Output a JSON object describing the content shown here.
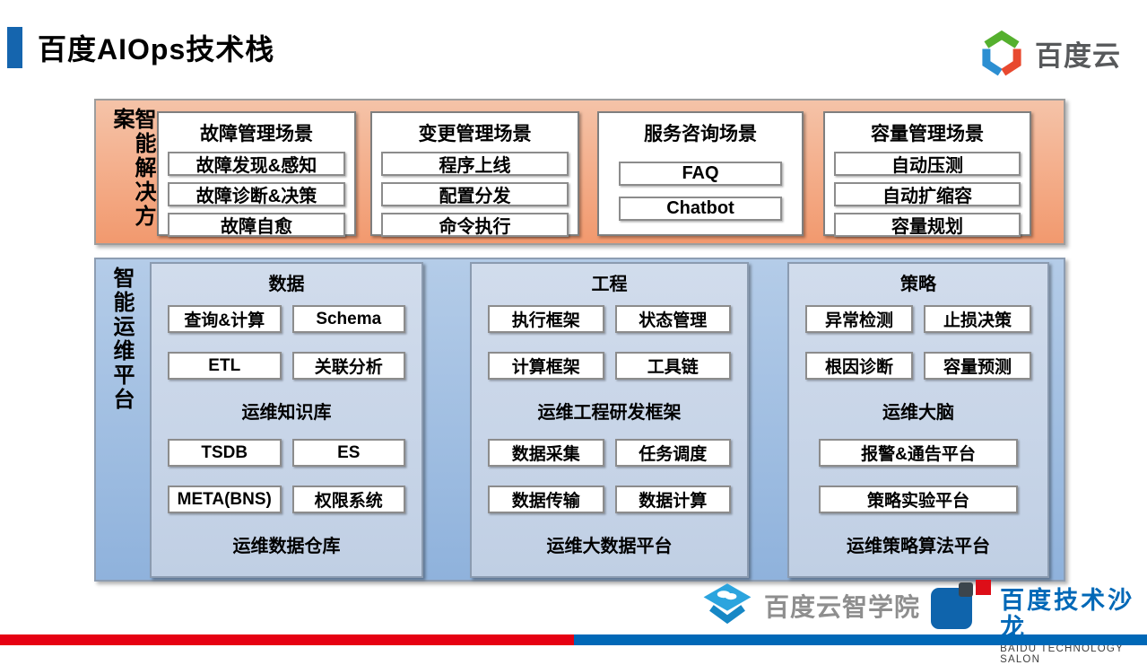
{
  "title": "百度AIOps技术栈",
  "header_logo": {
    "text": "百度云"
  },
  "solutions": {
    "label": "智能解决方案",
    "groups": [
      {
        "title": "故障管理场景",
        "items": [
          "故障发现&感知",
          "故障诊断&决策",
          "故障自愈"
        ]
      },
      {
        "title": "变更管理场景",
        "items": [
          "程序上线",
          "配置分发",
          "命令执行"
        ]
      },
      {
        "title": "服务咨询场景",
        "items": [
          "FAQ",
          "Chatbot"
        ]
      },
      {
        "title": "容量管理场景",
        "items": [
          "自动压测",
          "自动扩缩容",
          "容量规划"
        ]
      }
    ]
  },
  "platform": {
    "label": "智能运维平台",
    "columns": [
      {
        "title": "数据",
        "sections": [
          {
            "rows": [
              [
                "查询&计算",
                "Schema"
              ],
              [
                "ETL",
                "关联分析"
              ]
            ],
            "caption": "运维知识库"
          },
          {
            "rows": [
              [
                "TSDB",
                "ES"
              ],
              [
                "META(BNS)",
                "权限系统"
              ]
            ],
            "caption": "运维数据仓库"
          }
        ]
      },
      {
        "title": "工程",
        "sections": [
          {
            "rows": [
              [
                "执行框架",
                "状态管理"
              ],
              [
                "计算框架",
                "工具链"
              ]
            ],
            "caption": "运维工程研发框架"
          },
          {
            "rows": [
              [
                "数据采集",
                "任务调度"
              ],
              [
                "数据传输",
                "数据计算"
              ]
            ],
            "caption": "运维大数据平台"
          }
        ]
      },
      {
        "title": "策略",
        "sections": [
          {
            "rows": [
              [
                "异常检测",
                "止损决策"
              ],
              [
                "根因诊断",
                "容量预测"
              ]
            ],
            "caption": "运维大脑"
          },
          {
            "rows": [
              [
                "报警&通告平台"
              ],
              [
                "策略实验平台"
              ]
            ],
            "caption": "运维策略算法平台"
          }
        ]
      }
    ]
  },
  "footer": {
    "academy": "百度云智学院",
    "salon_title": "百度技术沙龙",
    "salon_subtitle": "BAIDU TECHNOLOGY SALON"
  },
  "colors": {
    "accent_bar": "#1565ae",
    "solutions_band_top": "#f5c3a8",
    "solutions_band_bottom": "#f2996e",
    "platform_band_top": "#b4cce8",
    "platform_band_bottom": "#8fb2dc",
    "footer_bar_red": "#e60012",
    "footer_bar_blue": "#0068b7",
    "logo_green": "#55b02e",
    "logo_blue": "#2c8fd2",
    "logo_red": "#e8492f"
  }
}
